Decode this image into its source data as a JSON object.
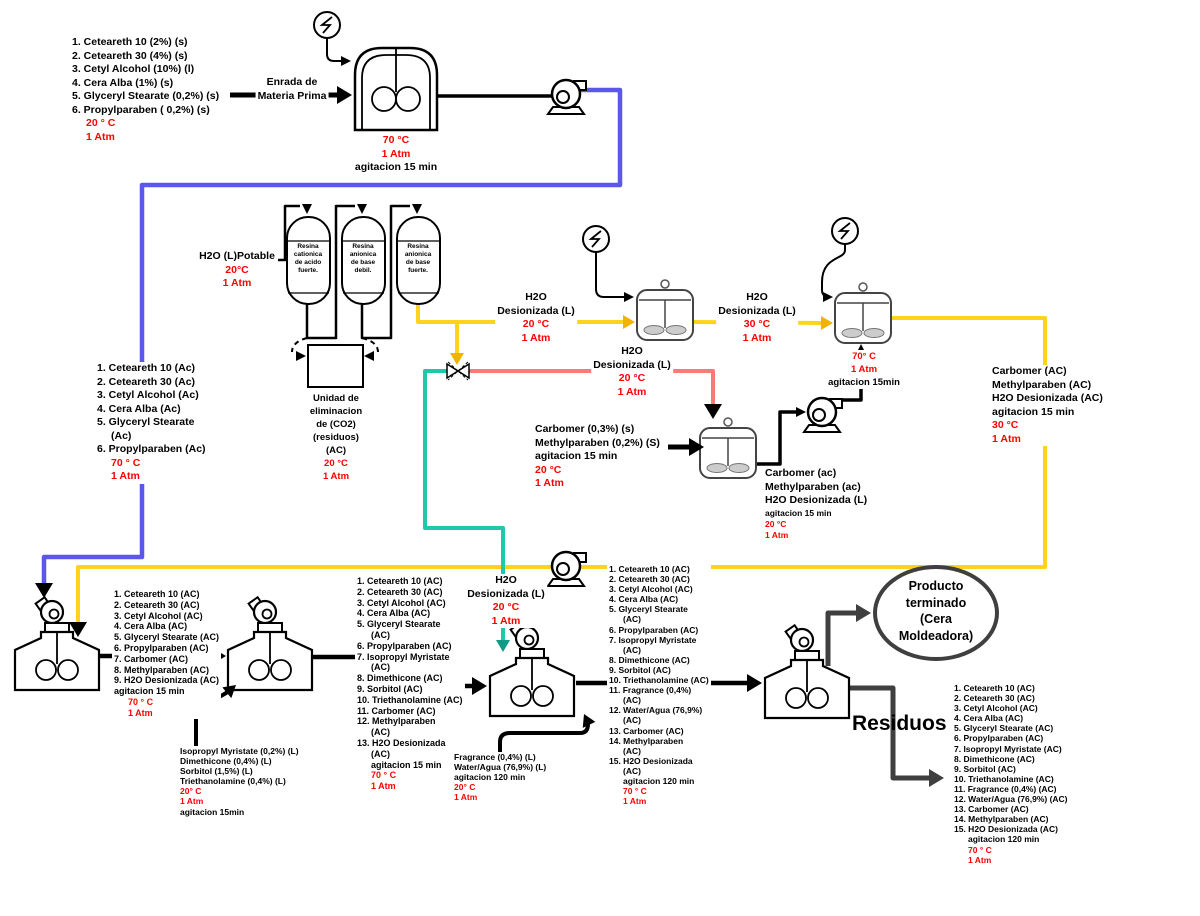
{
  "colors": {
    "blue_stream": "#5B57E8",
    "yellow_stream": "#FFD21E",
    "teal_stream": "#1FC8A9",
    "salmon_stream": "#F87C72",
    "gray_stream": "#3F3F3F",
    "condition_text": "#FF0000"
  },
  "labels": {
    "raw_list": {
      "lines": [
        {
          "t": "1. Ceteareth 10 (2%) (s)"
        },
        {
          "t": "2. Ceteareth 30 (4%) (s)"
        },
        {
          "t": "3. Cetyl Alcohol (10%) (l)"
        },
        {
          "t": "4. Cera Alba (1%) (s)"
        },
        {
          "t": "5. Glyceryl Stearate (0,2%) (s)"
        },
        {
          "t": "6. Propylparaben ( 0,2%) (s)"
        },
        {
          "t": "20 ° C",
          "r": 1,
          "i": 1
        },
        {
          "t": "1 Atm",
          "r": 1,
          "i": 1
        }
      ]
    },
    "entrada": {
      "lines": [
        {
          "t": "Enrada de"
        },
        {
          "t": "Materia Prima"
        }
      ]
    },
    "mix1_cond": {
      "lines": [
        {
          "t": "70 °C",
          "r": 1
        },
        {
          "t": "1 Atm",
          "r": 1
        },
        {
          "t": "agitacion 15 min"
        }
      ]
    },
    "h2o_potable": {
      "lines": [
        {
          "t": "H2O (L)Potable"
        },
        {
          "t": "20°C",
          "r": 1
        },
        {
          "t": "1 Atm",
          "r": 1
        }
      ]
    },
    "resina1": {
      "lines": [
        {
          "t": "Resina"
        },
        {
          "t": "cationica"
        },
        {
          "t": "de acido"
        },
        {
          "t": "fuerte."
        }
      ]
    },
    "resina2": {
      "lines": [
        {
          "t": "Resina"
        },
        {
          "t": "anionica"
        },
        {
          "t": "de base"
        },
        {
          "t": "debil."
        }
      ]
    },
    "resina3": {
      "lines": [
        {
          "t": "Resina"
        },
        {
          "t": "anionica"
        },
        {
          "t": "de base"
        },
        {
          "t": "fuerte."
        }
      ]
    },
    "co2_unit": {
      "lines": [
        {
          "t": "Unidad de"
        },
        {
          "t": "eliminacion"
        },
        {
          "t": "de (CO2)"
        },
        {
          "t": "(residuos)"
        },
        {
          "t": "(AC)"
        },
        {
          "t": "20 °C",
          "r": 1
        },
        {
          "t": "1 Atm",
          "r": 1
        }
      ]
    },
    "left_list": {
      "lines": [
        {
          "t": "1. Ceteareth 10 (Ac)"
        },
        {
          "t": "2. Ceteareth 30 (Ac)"
        },
        {
          "t": "3. Cetyl Alcohol (Ac)"
        },
        {
          "t": "4. Cera Alba (Ac)"
        },
        {
          "t": "5. Glyceryl Stearate"
        },
        {
          "t": "(Ac)",
          "i": 1
        },
        {
          "t": "6. Propylparaben (Ac)"
        },
        {
          "t": "70 ° C",
          "r": 1,
          "i": 1
        },
        {
          "t": "1 Atm",
          "r": 1,
          "i": 1
        }
      ]
    },
    "h2o_deion_feed": {
      "lines": [
        {
          "t": "H2O"
        },
        {
          "t": "Desionizada (L)"
        },
        {
          "t": "20 °C",
          "r": 1
        },
        {
          "t": "1 Atm",
          "r": 1
        }
      ]
    },
    "h2o_deion_salmon": {
      "lines": [
        {
          "t": "H2O"
        },
        {
          "t": "Desionizada (L)"
        },
        {
          "t": "20 °C",
          "r": 1
        },
        {
          "t": "1 Atm",
          "r": 1
        }
      ]
    },
    "h2o_deion_30": {
      "lines": [
        {
          "t": "H2O"
        },
        {
          "t": "Desionizada (L)"
        },
        {
          "t": "30 °C",
          "r": 1
        },
        {
          "t": "1 Atm",
          "r": 1
        }
      ]
    },
    "h2o_deion_teal": {
      "lines": [
        {
          "t": "H2O"
        },
        {
          "t": "Desionizada (L)"
        },
        {
          "t": "20 °C",
          "r": 1
        },
        {
          "t": "1 Atm",
          "r": 1
        }
      ]
    },
    "mix2_cond": {
      "lines": [
        {
          "t": "70° C",
          "r": 1
        },
        {
          "t": "1 Atm",
          "r": 1
        },
        {
          "t": "agitacion 15min"
        }
      ]
    },
    "carbomer_right": {
      "lines": [
        {
          "t": "Carbomer (AC)"
        },
        {
          "t": "Methylparaben (AC)"
        },
        {
          "t": "H2O Desionizada (AC)"
        },
        {
          "t": "agitacion 15 min"
        },
        {
          "t": "30 °C",
          "r": 1
        },
        {
          "t": "1 Atm",
          "r": 1
        }
      ]
    },
    "carbomer_in": {
      "lines": [
        {
          "t": "Carbomer (0,3%) (s)"
        },
        {
          "t": "Methylparaben (0,2%) (S)"
        },
        {
          "t": "agitacion 15 min"
        },
        {
          "t": "20 °C",
          "r": 1
        },
        {
          "t": "1 Atm",
          "r": 1
        }
      ]
    },
    "carbomer_out": {
      "lines": [
        {
          "t": "Carbomer (ac)"
        },
        {
          "t": "Methylparaben (ac)"
        },
        {
          "t": "H2O Desionizada (L)"
        },
        {
          "t": "agitacion 15 min",
          "s": 1
        },
        {
          "t": "20 °C",
          "r": 1,
          "s": 1
        },
        {
          "t": "1 Atm",
          "r": 1,
          "s": 1
        }
      ]
    },
    "listA": {
      "lines": [
        {
          "t": "1. Ceteareth 10 (AC)"
        },
        {
          "t": "2. Ceteareth 30 (AC)"
        },
        {
          "t": "3. Cetyl Alcohol (AC)"
        },
        {
          "t": "4. Cera Alba (AC)"
        },
        {
          "t": "5. Glyceryl Stearate (AC)"
        },
        {
          "t": "6. Propylparaben (AC)"
        },
        {
          "t": "7. Carbomer (AC)"
        },
        {
          "t": "8. Methylparaben (AC)"
        },
        {
          "t": "9. H2O Desionizada (AC)"
        },
        {
          "t": "agitacion 15 min"
        },
        {
          "t": "70 ° C",
          "r": 1,
          "i": 1
        },
        {
          "t": "1 Atm",
          "r": 1,
          "i": 1
        }
      ]
    },
    "listB": {
      "lines": [
        {
          "t": "1. Ceteareth 10 (AC)"
        },
        {
          "t": "2. Ceteareth 30 (AC)"
        },
        {
          "t": "3. Cetyl Alcohol (AC)"
        },
        {
          "t": "4. Cera Alba (AC)"
        },
        {
          "t": "5. Glyceryl Stearate"
        },
        {
          "t": "(AC)",
          "i": 1
        },
        {
          "t": "6. Propylparaben (AC)"
        },
        {
          "t": "7. Isopropyl Myristate"
        },
        {
          "t": "(AC)",
          "i": 1
        },
        {
          "t": "8. Dimethicone (AC)"
        },
        {
          "t": "9. Sorbitol (AC)"
        },
        {
          "t": "10. Triethanolamine (AC)"
        },
        {
          "t": "11. Carbomer (AC)"
        },
        {
          "t": "12. Methylparaben"
        },
        {
          "t": "(AC)",
          "i": 1
        },
        {
          "t": "13. H2O Desionizada"
        },
        {
          "t": "(AC)",
          "i": 1
        },
        {
          "t": "agitacion 15 min",
          "i": 1
        },
        {
          "t": "70 ° C",
          "r": 1,
          "i": 1
        },
        {
          "t": "1 Atm",
          "r": 1,
          "i": 1
        }
      ]
    },
    "listC": {
      "lines": [
        {
          "t": "1. Ceteareth 10 (AC)"
        },
        {
          "t": "2. Ceteareth 30 (AC)"
        },
        {
          "t": "3. Cetyl Alcohol (AC)"
        },
        {
          "t": "4. Cera Alba (AC)"
        },
        {
          "t": "5. Glyceryl Stearate"
        },
        {
          "t": "(AC)",
          "i": 1
        },
        {
          "t": "6. Propylparaben (AC)"
        },
        {
          "t": "7. Isopropyl Myristate"
        },
        {
          "t": "(AC)",
          "i": 1
        },
        {
          "t": "8. Dimethicone (AC)"
        },
        {
          "t": "9. Sorbitol (AC)"
        },
        {
          "t": "10. Triethanolamine (AC)"
        },
        {
          "t": "11. Fragrance (0,4%)"
        },
        {
          "t": "(AC)",
          "i": 1
        },
        {
          "t": "12. Water/Agua (76,9%)"
        },
        {
          "t": "(AC)",
          "i": 1
        },
        {
          "t": "13. Carbomer (AC)"
        },
        {
          "t": "14. Methylparaben"
        },
        {
          "t": "(AC)",
          "i": 1
        },
        {
          "t": "15. H2O Desionizada"
        },
        {
          "t": "(AC)",
          "i": 1
        },
        {
          "t": "agitacion 120 min",
          "i": 1
        },
        {
          "t": "70 ° C",
          "r": 1,
          "i": 1
        },
        {
          "t": "1 Atm",
          "r": 1,
          "i": 1
        }
      ]
    },
    "listD": {
      "lines": [
        {
          "t": "1. Ceteareth 10 (AC)"
        },
        {
          "t": "2. Ceteareth 30 (AC)"
        },
        {
          "t": "3. Cetyl Alcohol (AC)"
        },
        {
          "t": "4. Cera Alba (AC)"
        },
        {
          "t": "5. Glyceryl Stearate (AC)"
        },
        {
          "t": "6. Propylparaben (AC)"
        },
        {
          "t": "7. Isopropyl Myristate (AC)"
        },
        {
          "t": "8. Dimethicone (AC)"
        },
        {
          "t": "9. Sorbitol (AC)"
        },
        {
          "t": "10. Triethanolamine (AC)"
        },
        {
          "t": "11. Fragrance (0,4%) (AC)"
        },
        {
          "t": "12. Water/Agua (76,9%) (AC)"
        },
        {
          "t": "13. Carbomer (AC)"
        },
        {
          "t": "14. Methylparaben (AC)"
        },
        {
          "t": "15. H2O Desionizada (AC)"
        },
        {
          "t": "agitacion 120 min",
          "i": 1
        },
        {
          "t": "70 ° C",
          "r": 1,
          "i": 1
        },
        {
          "t": "1 Atm",
          "r": 1,
          "i": 1
        }
      ]
    },
    "isopropyl": {
      "lines": [
        {
          "t": "Isopropyl Myristate (0,2%) (L)"
        },
        {
          "t": "Dimethicone (0,4%) (L)"
        },
        {
          "t": "Sorbitol (1,5%) (L)"
        },
        {
          "t": "Triethanolamine (0,4%) (L)"
        },
        {
          "t": "20° C",
          "r": 1
        },
        {
          "t": "1 Atm",
          "r": 1
        },
        {
          "t": "agitacion 15min"
        }
      ]
    },
    "fragrance": {
      "lines": [
        {
          "t": "Fragrance (0,4%) (L)"
        },
        {
          "t": "Water/Agua (76,9%) (L)"
        },
        {
          "t": "agitacion 120 min"
        },
        {
          "t": "20° C",
          "r": 1
        },
        {
          "t": "1 Atm",
          "r": 1
        }
      ]
    },
    "producto": {
      "lines": [
        {
          "t": "Producto"
        },
        {
          "t": "terminado"
        },
        {
          "t": "(Cera"
        },
        {
          "t": "Moldeadora)"
        }
      ]
    },
    "residuos": "Residuos"
  }
}
